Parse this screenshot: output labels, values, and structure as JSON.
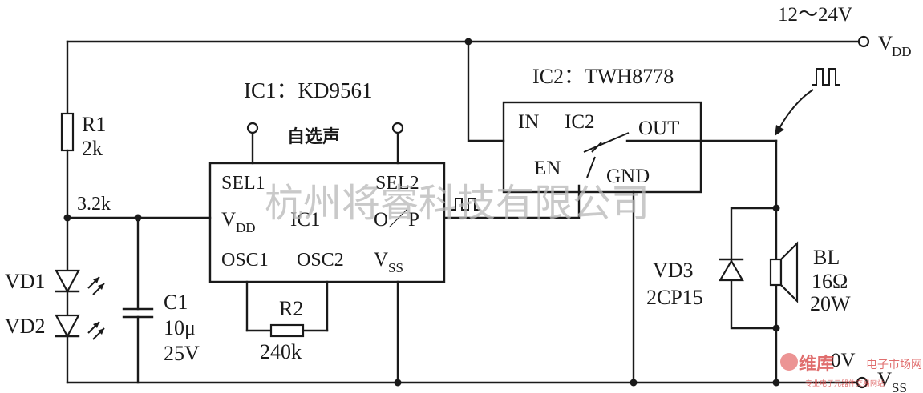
{
  "supply": {
    "voltage_range": "12～24V",
    "vdd": "V",
    "vdd_sub": "DD",
    "ground": "0V",
    "vss": "V",
    "vss_sub": "SS"
  },
  "ic1": {
    "title": "IC1：KD9561",
    "selector_caption": "自选声",
    "pin_sel1": "SEL1",
    "pin_sel2": "SEL2",
    "pin_vdd": "V",
    "pin_vdd_sub": "DD",
    "name": "IC1",
    "pin_op": "O／P",
    "pin_osc1": "OSC1",
    "pin_osc2": "OSC2",
    "pin_vss": "V",
    "pin_vss_sub": "SS"
  },
  "ic2": {
    "title": "IC2：TWH8778",
    "pin_in": "IN",
    "name": "IC2",
    "pin_out": "OUT",
    "pin_en": "EN",
    "pin_gnd": "GND"
  },
  "components": {
    "r1_name": "R1",
    "r1_value": "2k",
    "node_voltage": "3.2k",
    "vd1": "VD1",
    "vd2": "VD2",
    "c1_name": "C1",
    "c1_value": "10μ",
    "c1_voltage": "25V",
    "r2_name": "R2",
    "r2_value": "240k",
    "vd3_name": "VD3",
    "vd3_type": "2CP15",
    "bl_name": "BL",
    "bl_impedance": "16Ω",
    "bl_power": "20W"
  },
  "watermark": {
    "text": "杭州将睿科技有限公司",
    "logo_text": "维库",
    "logo_site": "电子市场网",
    "logo_tagline": "专业电子元器件交易网站"
  }
}
